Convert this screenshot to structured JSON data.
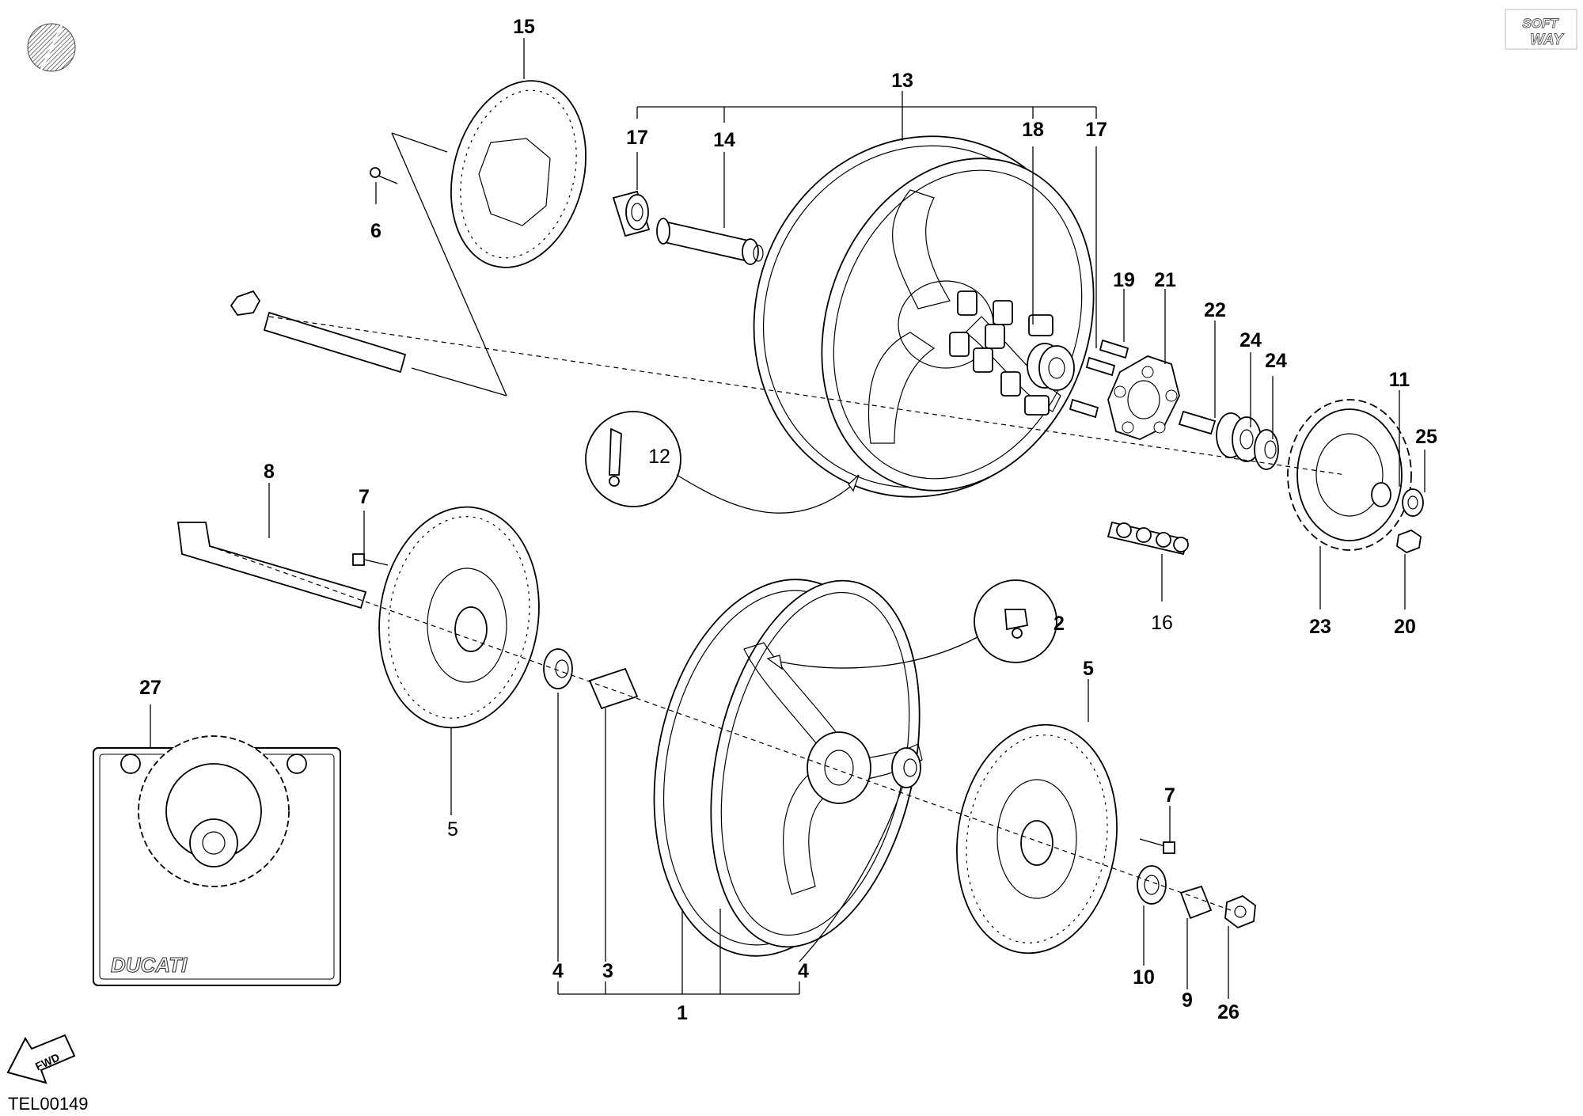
{
  "drawing_code": "TEL00149",
  "brand_mark": "DUCATI",
  "corner_logo": {
    "line1": "SOFT",
    "line2": "WAY"
  },
  "fwd_label": "FWD",
  "callouts": {
    "c1": "1",
    "c2": "2",
    "c3": "3",
    "c4a": "4",
    "c4b": "4",
    "c5a": "5",
    "c5b": "5",
    "c6": "6",
    "c7a": "7",
    "c7b": "7",
    "c8": "8",
    "c9": "9",
    "c10": "10",
    "c11": "11",
    "c12": "12",
    "c13": "13",
    "c14": "14",
    "c15": "15",
    "c16": "16",
    "c17a": "17",
    "c17b": "17",
    "c18": "18",
    "c19": "19",
    "c20": "20",
    "c21": "21",
    "c22": "22",
    "c23": "23",
    "c24a": "24",
    "c24b": "24",
    "c25": "25",
    "c26": "26",
    "c27": "27"
  }
}
